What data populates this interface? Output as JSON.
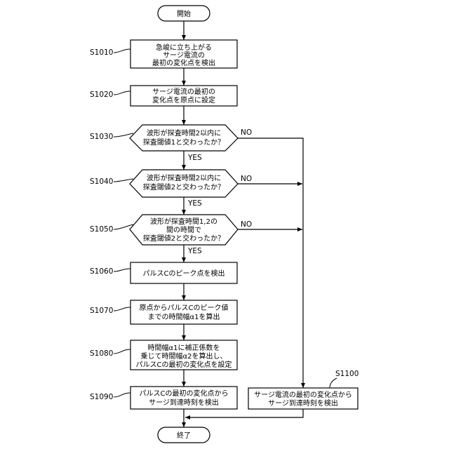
{
  "flowchart": {
    "start_label": "開始",
    "end_label": "終了",
    "steps": [
      {
        "id": "S1010",
        "lines": [
          "急峻に立ち上がる",
          "サージ電流の",
          "最初の変化点を検出"
        ]
      },
      {
        "id": "S1020",
        "lines": [
          "サージ電流の最初の",
          "変化点を原点に設定"
        ]
      },
      {
        "id": "S1030",
        "lines": [
          "波形が探査時間2以内に",
          "探査閾値1と交わったか？"
        ],
        "yes": "YES",
        "no": "NO"
      },
      {
        "id": "S1040",
        "lines": [
          "波形が探査時間2以内に",
          "探査閾値2と交わったか？"
        ],
        "yes": "YES",
        "no": "NO"
      },
      {
        "id": "S1050",
        "lines": [
          "波形が探査時間1,2の",
          "間の時間で",
          "探査閾値2と交わったか？"
        ],
        "yes": "YES",
        "no": "NO"
      },
      {
        "id": "S1060",
        "lines": [
          "パルスCのピーク点を検出"
        ]
      },
      {
        "id": "S1070",
        "lines": [
          "原点からパルスCのピーク値",
          "までの時間幅α1を算出"
        ]
      },
      {
        "id": "S1080",
        "lines": [
          "時間幅α1に補正係数を",
          "乗じて時間幅α2を算出し、",
          "パルスCの最初の変化点を設定"
        ]
      },
      {
        "id": "S1090",
        "lines": [
          "パルスCの最初の変化点から",
          "サージ到達時刻を検出"
        ]
      },
      {
        "id": "S1100",
        "lines": [
          "サージ電流の最初の変化点から",
          "サージ到達時刻を検出"
        ]
      }
    ]
  }
}
